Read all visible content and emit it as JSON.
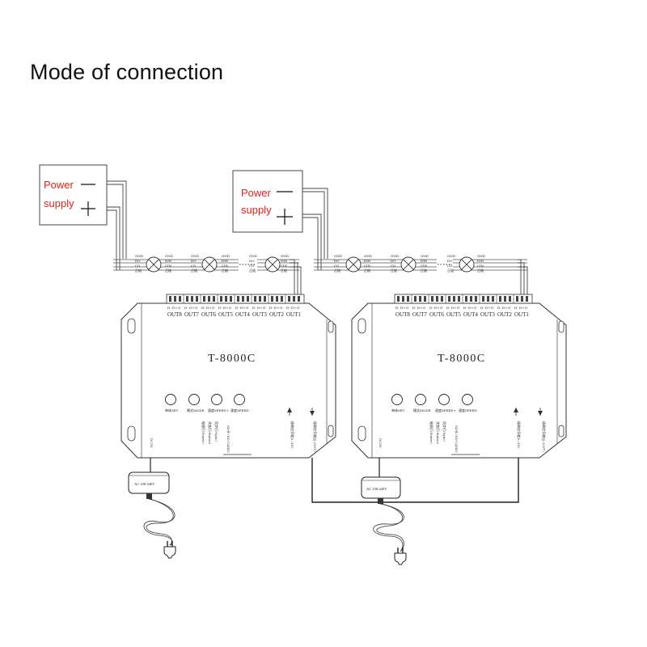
{
  "header": {
    "title": "Mode of connection"
  },
  "power_supplies": [
    {
      "label_top": "Power",
      "label_bottom": "supply",
      "minus": "—",
      "plus": "+"
    },
    {
      "label_top": "Power",
      "label_bottom": "supply",
      "minus": "—",
      "plus": "+"
    }
  ],
  "controllers": [
    {
      "model": "T-8000C",
      "adapter_label": "AC 100-240V",
      "dc_label": "DC5V"
    },
    {
      "model": "T-8000C",
      "adapter_label": "AC 100-240V",
      "dc_label": "DC5V"
    }
  ],
  "outputs": [
    "OUT8",
    "OUT7",
    "OUT6",
    "OUT5",
    "OUT4",
    "OUT3",
    "OUT2",
    "OUT1"
  ],
  "terminal_pins": [
    "D-",
    "D+",
    "G"
  ],
  "pixel_pins_in": [
    "GND",
    "DO",
    "CO",
    "正极"
  ],
  "pixel_pins_out": [
    "GND",
    "DIN",
    "CIN",
    "正极"
  ],
  "buttons": [
    "单体SET",
    "模式MODE",
    "速度SPEED+",
    "速度SPEED-"
  ],
  "indicators": [
    "电源灯(Power)",
    "状态灯(Status)",
    "同步灯(Sync)"
  ],
  "sd_label": "SD卡 (SD CARD)",
  "sync_in_label": "级联信号输入 (IN)",
  "sync_out_label": "级联信号输出 (OUT)"
}
